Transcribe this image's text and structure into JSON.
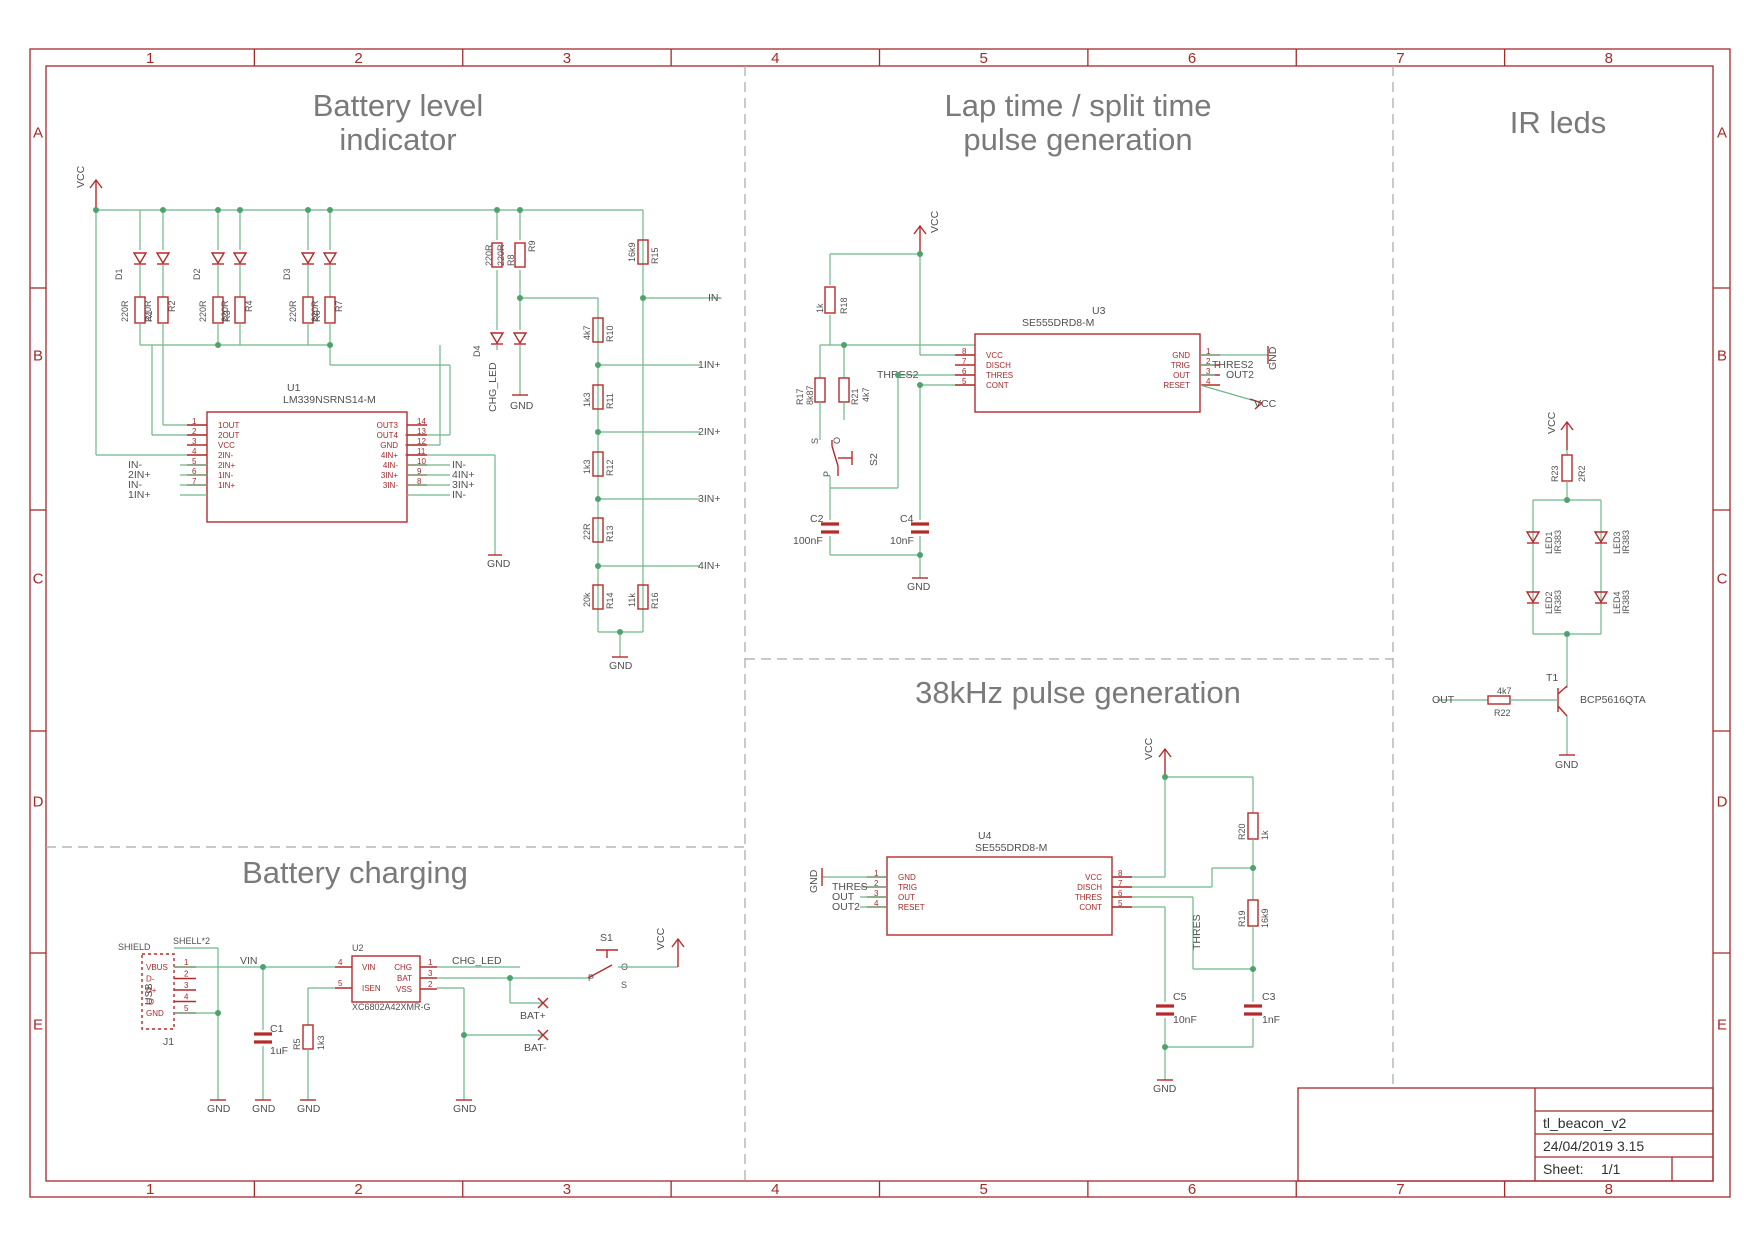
{
  "frame": {
    "columns": [
      "1",
      "2",
      "3",
      "4",
      "5",
      "6",
      "7",
      "8"
    ],
    "rows": [
      "A",
      "B",
      "C",
      "D",
      "E"
    ]
  },
  "sections": {
    "battery_level": [
      "Battery level",
      "indicator"
    ],
    "lap_time": [
      "Lap time / split time",
      "pulse generation"
    ],
    "ir_leds": "IR leds",
    "pulse_38k": "38kHz pulse generation",
    "battery_charging": "Battery charging"
  },
  "title_block": {
    "project": "tl_beacon_v2",
    "date": "24/04/2019 3.15",
    "sheet_label": "Sheet:",
    "sheet_value": "1/1"
  },
  "nets": {
    "vcc": "VCC",
    "gnd": "GND",
    "in_minus": "IN-",
    "in1": "1IN+",
    "in2": "2IN+",
    "in3": "3IN+",
    "in4": "4IN+",
    "thres": "THRES",
    "thres2": "THRES2",
    "out": "OUT",
    "out2": "OUT2",
    "vin": "VIN",
    "chg_led": "CHG_LED",
    "bat_plus": "BAT+",
    "bat_minus": "BAT-"
  },
  "components": {
    "u1": {
      "name": "U1",
      "value": "LM339NSRNS14-M",
      "left_pins": [
        [
          "1",
          "1OUT"
        ],
        [
          "2",
          "2OUT"
        ],
        [
          "3",
          "VCC"
        ],
        [
          "4",
          "2IN-"
        ],
        [
          "5",
          "2IN+"
        ],
        [
          "6",
          "1IN-"
        ],
        [
          "7",
          "1IN+"
        ]
      ],
      "right_pins": [
        [
          "14",
          "OUT3"
        ],
        [
          "13",
          "OUT4"
        ],
        [
          "12",
          "GND"
        ],
        [
          "11",
          "4IN+"
        ],
        [
          "10",
          "4IN-"
        ],
        [
          "9",
          "3IN+"
        ],
        [
          "8",
          "3IN-"
        ]
      ]
    },
    "u3": {
      "name": "U3",
      "value": "SE555DRD8-M",
      "left_pins": [
        [
          "8",
          "VCC"
        ],
        [
          "7",
          "DISCH"
        ],
        [
          "6",
          "THRES"
        ],
        [
          "5",
          "CONT"
        ]
      ],
      "right_pins": [
        [
          "1",
          "GND"
        ],
        [
          "2",
          "TRIG"
        ],
        [
          "3",
          "OUT"
        ],
        [
          "4",
          "RESET"
        ]
      ]
    },
    "u4": {
      "name": "U4",
      "value": "SE555DRD8-M",
      "left_pins": [
        [
          "1",
          "GND"
        ],
        [
          "2",
          "TRIG"
        ],
        [
          "3",
          "OUT"
        ],
        [
          "4",
          "RESET"
        ]
      ],
      "right_pins": [
        [
          "8",
          "VCC"
        ],
        [
          "7",
          "DISCH"
        ],
        [
          "6",
          "THRES"
        ],
        [
          "5",
          "CONT"
        ]
      ]
    },
    "u2": {
      "name": "U2",
      "value": "XC6802A42XMR-G",
      "left_pins": [
        [
          "4",
          "VIN"
        ],
        [
          "5",
          "ISEN"
        ]
      ],
      "right_pins": [
        [
          "1",
          "CHG"
        ],
        [
          "3",
          "BAT"
        ],
        [
          "2",
          "VSS"
        ]
      ]
    },
    "j1": {
      "name": "J1",
      "type": "USB",
      "shield": "SHIELD",
      "shell": "SHELL*2",
      "pins": [
        [
          "1",
          "VBUS"
        ],
        [
          "2",
          "D-"
        ],
        [
          "3",
          "D+"
        ],
        [
          "4",
          "ID"
        ],
        [
          "5",
          "GND"
        ]
      ]
    },
    "r1": {
      "name": "R1",
      "value": "220R"
    },
    "r2": {
      "name": "R2",
      "value": "220R"
    },
    "r3": {
      "name": "R3",
      "value": "220R"
    },
    "r4": {
      "name": "R4",
      "value": "220R"
    },
    "r6": {
      "name": "R6",
      "value": "220R"
    },
    "r7": {
      "name": "R7",
      "value": "220R"
    },
    "r8": {
      "name": "R8",
      "value": "220R"
    },
    "r9": {
      "name": "R9",
      "value": "220R"
    },
    "r10": {
      "name": "R10",
      "value": "4k7"
    },
    "r11": {
      "name": "R11",
      "value": "1k3"
    },
    "r12": {
      "name": "R12",
      "value": "1k3"
    },
    "r13": {
      "name": "R13",
      "value": "22R"
    },
    "r14": {
      "name": "R14",
      "value": "20k"
    },
    "r15": {
      "name": "R15",
      "value": "16k9"
    },
    "r16": {
      "name": "R16",
      "value": "11k"
    },
    "r17": {
      "name": "R17",
      "value": "8k87"
    },
    "r18": {
      "name": "R18",
      "value": "1k"
    },
    "r19": {
      "name": "R19",
      "value": "16k9"
    },
    "r20": {
      "name": "R20",
      "value": "1k"
    },
    "r21": {
      "name": "R21",
      "value": "4k7"
    },
    "r22": {
      "name": "R22",
      "value": "4k7"
    },
    "r23": {
      "name": "R23",
      "value": "2R2"
    },
    "r5": {
      "name": "R5",
      "value": "1k3"
    },
    "c1": {
      "name": "C1",
      "value": "1uF"
    },
    "c2": {
      "name": "C2",
      "value": "100nF"
    },
    "c3": {
      "name": "C3",
      "value": "1nF"
    },
    "c4": {
      "name": "C4",
      "value": "10nF"
    },
    "c5": {
      "name": "C5",
      "value": "10nF"
    },
    "d1": "D1",
    "d2": "D2",
    "d3": "D3",
    "d4": "D4",
    "chg_led_label": "CHG_LED",
    "led1": {
      "name": "LED1",
      "value": "IR383"
    },
    "led2": {
      "name": "LED2",
      "value": "IR383"
    },
    "led3": {
      "name": "LED3",
      "value": "IR383"
    },
    "led4": {
      "name": "LED4",
      "value": "IR383"
    },
    "t1": {
      "name": "T1",
      "value": "BCP5616QTA"
    },
    "s1": "S1",
    "s2": "S2",
    "sw_pins": {
      "s": "S",
      "o": "O",
      "p": "P"
    },
    "led_pins": {
      "p1": "1",
      "p2": "2",
      "p3": "3",
      "p4": "4"
    }
  }
}
